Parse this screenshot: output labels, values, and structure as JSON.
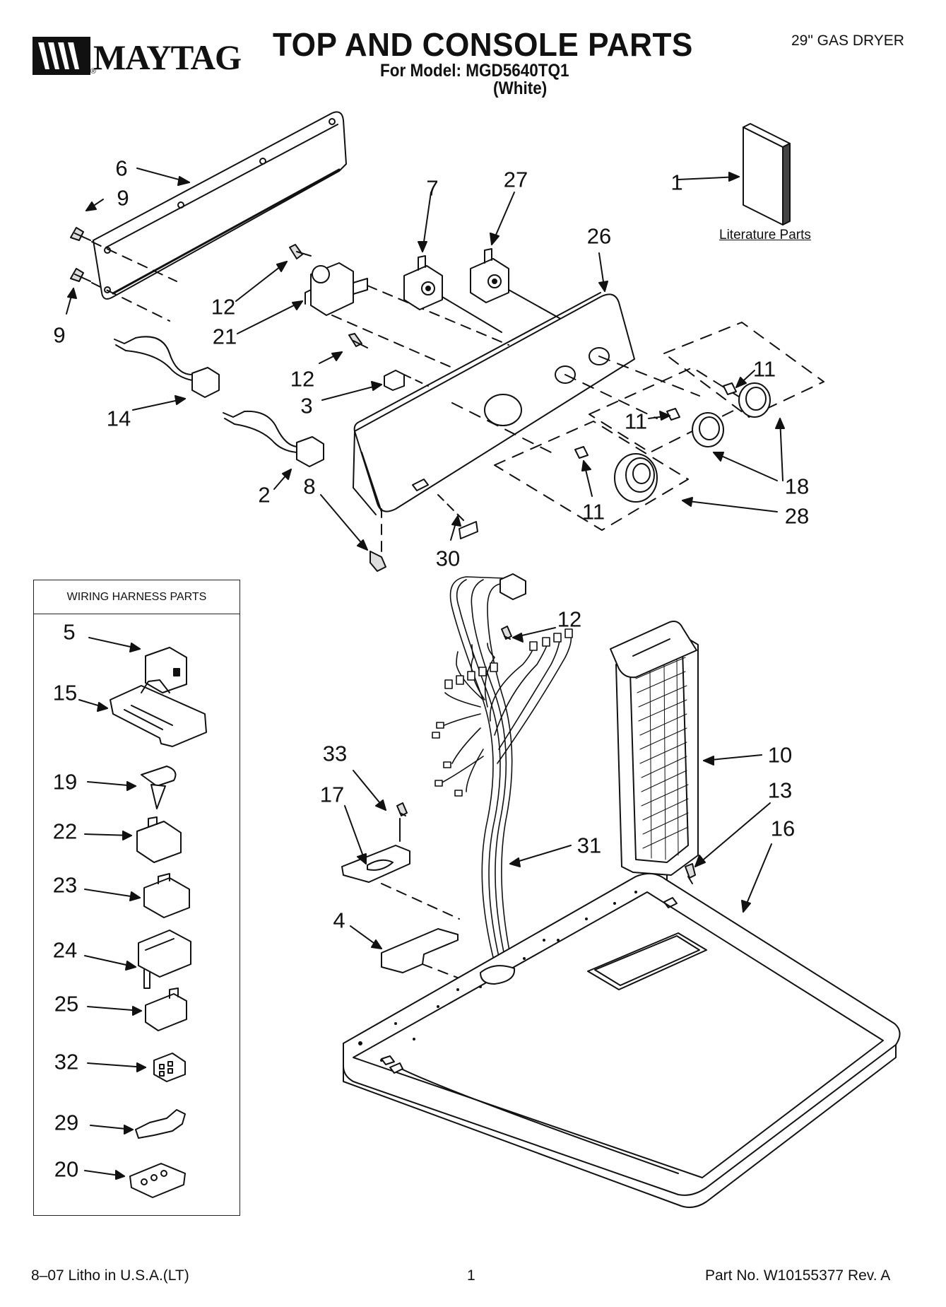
{
  "header": {
    "brand": "MAYTAG",
    "reg_mark": "®",
    "title": "TOP AND CONSOLE PARTS",
    "model_line": "For Model: MGD5640TQ1",
    "color_line": "(White)",
    "product_type": "29\" GAS DRYER"
  },
  "literature": {
    "label": "Literature Parts"
  },
  "harness_box": {
    "title": "WIRING HARNESS PARTS"
  },
  "callouts": {
    "c1": "1",
    "c6": "6",
    "c9a": "9",
    "c9b": "9",
    "c7": "7",
    "c27": "27",
    "c26": "26",
    "c12a": "12",
    "c21": "21",
    "c12b": "12",
    "c3": "3",
    "c14": "14",
    "c2": "2",
    "c8": "8",
    "c30": "30",
    "c11a": "11",
    "c11b": "11",
    "c11c": "11",
    "c18": "18",
    "c28": "28",
    "c12c": "12",
    "c10": "10",
    "c13": "13",
    "c16": "16",
    "c33": "33",
    "c17": "17",
    "c31": "31",
    "c4": "4",
    "h5": "5",
    "h15": "15",
    "h19": "19",
    "h22": "22",
    "h23": "23",
    "h24": "24",
    "h25": "25",
    "h32": "32",
    "h29": "29",
    "h20": "20"
  },
  "footer": {
    "litho": "8–07 Litho in U.S.A.(LT)",
    "page": "1",
    "part_no": "Part No. W10155377 Rev. A"
  }
}
